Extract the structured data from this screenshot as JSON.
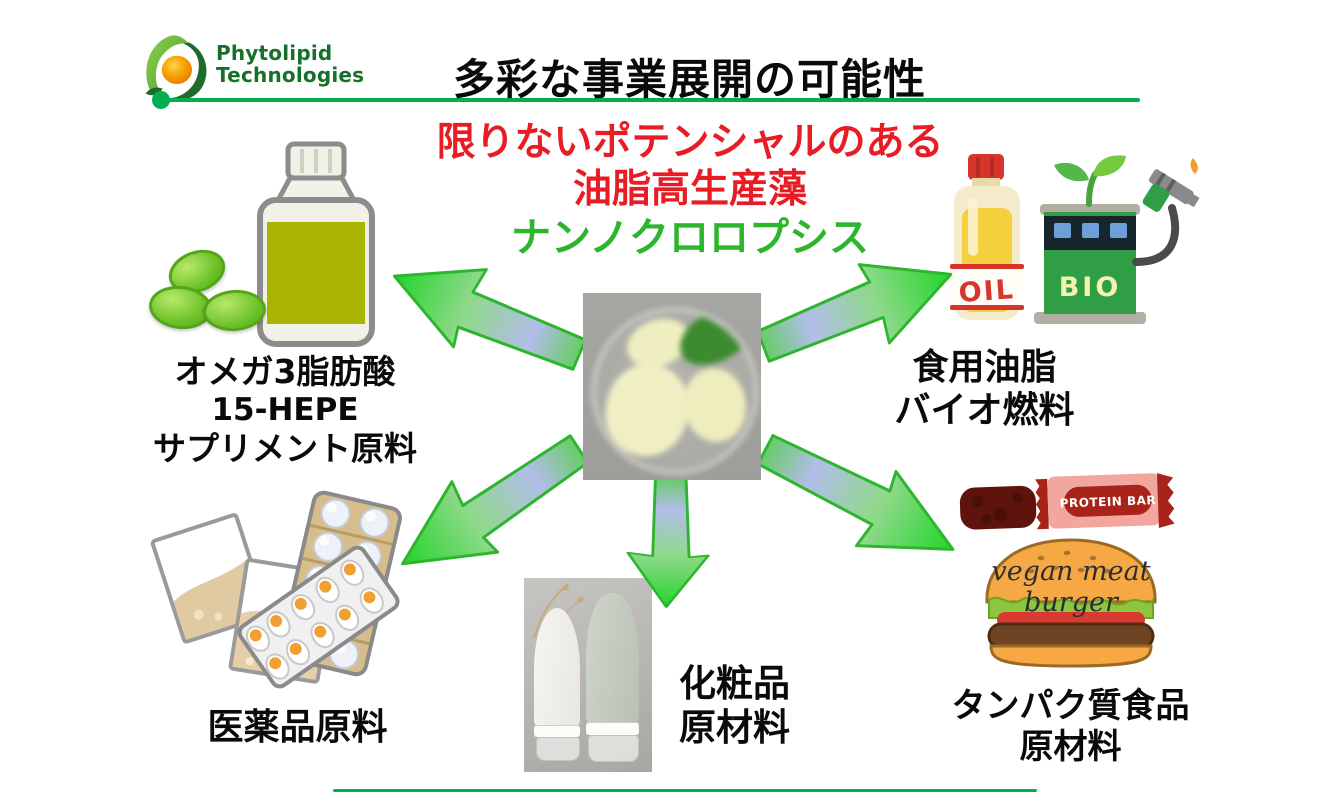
{
  "brand": {
    "line1": "Phytolipid",
    "line2": "Technologies"
  },
  "header": {
    "title": "多彩な事業展開の可能性"
  },
  "center_headline": {
    "line1": "限りないポテンシャルのある",
    "line2": "油脂高生産藻",
    "line3": "ナンノクロロプシス"
  },
  "nodes": {
    "supplement": {
      "line1": "オメガ3脂肪酸",
      "line2": "15-HEPE",
      "line3": "サプリメント原料"
    },
    "oil_fuel": {
      "line1": "食用油脂",
      "line2": "バイオ燃料",
      "bottle_text": "OIL",
      "pump_text": "BIO"
    },
    "pharma": {
      "label": "医薬品原料"
    },
    "cosmetics": {
      "line1": "化粧品",
      "line2": "原材料"
    },
    "protein": {
      "line1": "タンパク質食品",
      "line2": "原材料",
      "bar_text": "PROTEIN BAR",
      "burger_text": "vegan meat burger"
    }
  },
  "colors": {
    "accent_green": "#00b050",
    "brand_green": "#15702a",
    "headline_red": "#e81c24",
    "headline_green": "#2db52d",
    "arrow_outline": "#2db52d"
  }
}
